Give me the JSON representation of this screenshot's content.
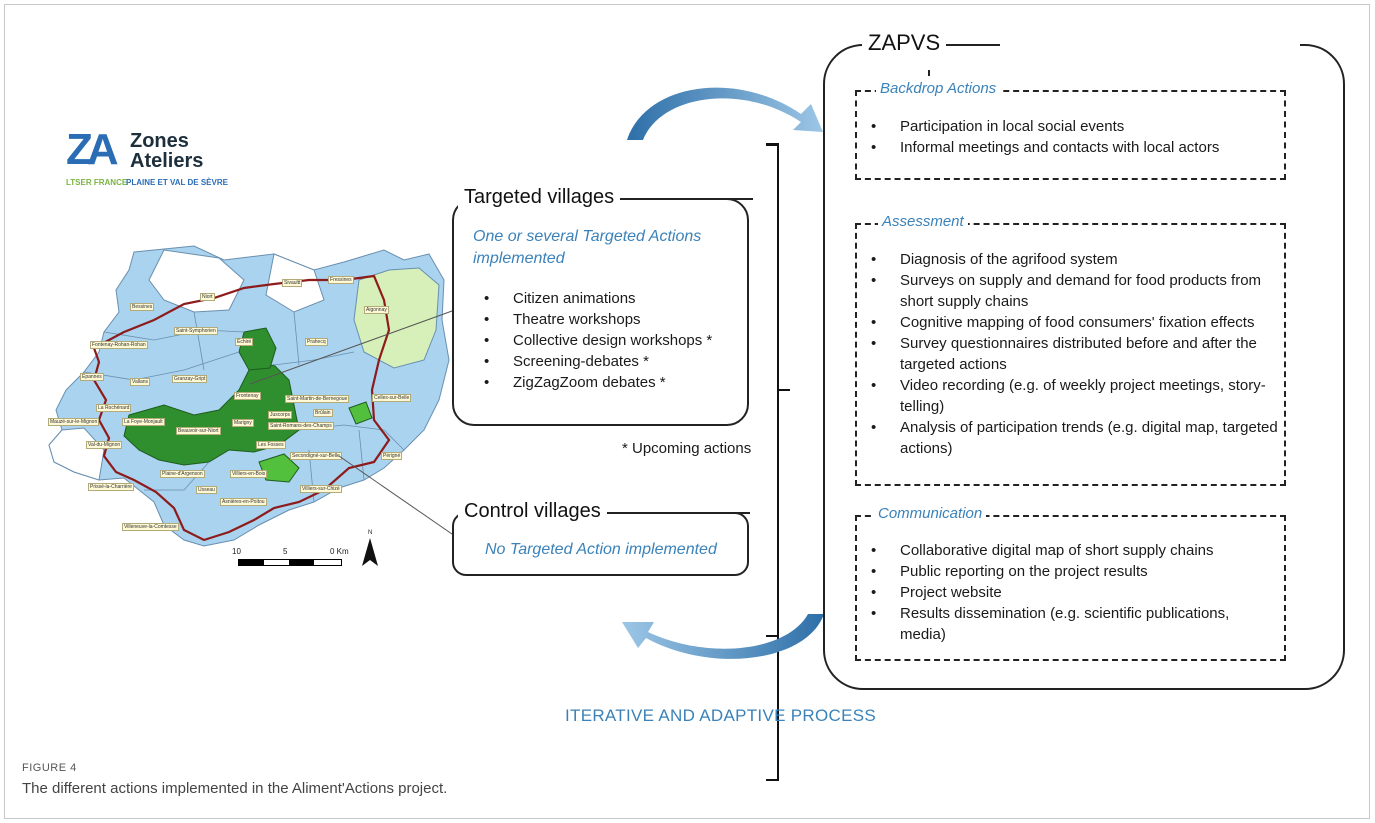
{
  "logo": {
    "mark": "ZA",
    "line1": "Zones",
    "line2": "Ateliers",
    "sub_left": "LTSER FRANCE",
    "sub_right": "PLAINE ET VAL DE SÈVRE",
    "colors": {
      "blue": "#1b4f9c",
      "green": "#7bb342",
      "dark": "#1e2f3c"
    }
  },
  "map": {
    "colors": {
      "light_blue": "#a9d3ee",
      "light_green": "#d7f0b9",
      "dark_green": "#2f8f2e",
      "mid_green": "#52c03d",
      "border_red": "#8e1b1b"
    },
    "scale": {
      "t10": "10",
      "t5": "5",
      "t0": "0 Km"
    },
    "north": "N",
    "communes": [
      "Niort",
      "Fressines",
      "Sivaultt",
      "Aigonnay",
      "Bessines",
      "Saint-Symphorien",
      "Échiré",
      "Fontenay-Rohan-Rohan",
      "Prahecq",
      "Epannes",
      "Vallans",
      "Granzay-Gript",
      "Frontenay",
      "Saint-Martin-de-Bernegoue",
      "Celles-sur-Belle",
      "La Rochénard",
      "Mauzé-sur-le-Mignon",
      "La Foye-Monjault",
      "Beauvoir-sur-Niort",
      "Marigny",
      "Juscorps",
      "Brûlain",
      "Val-du-Mignon",
      "Saint-Romans-des-Champs",
      "Les Fosses",
      "Secondigné-sur-Belle",
      "Périgné",
      "Plaine-d'Argenson",
      "Villiers-en-Bois",
      "Usseau",
      "Prissé-la-Charrière",
      "Asnières-en-Poitou",
      "Villiers-sur-Chizé",
      "Villeneuve-la-Comtesse"
    ]
  },
  "targeted": {
    "title": "Targeted villages",
    "subtitle": "One or several Targeted Actions implemented",
    "items": [
      "Citizen animations",
      "Theatre workshops",
      "Collective design workshops *",
      "Screening-debates *",
      "ZigZagZoom debates *"
    ]
  },
  "upcoming_note": "* Upcoming actions",
  "control": {
    "title": "Control villages",
    "subtitle": "No Targeted Action implemented"
  },
  "zapvs": {
    "title": "ZAPVS",
    "sections": [
      {
        "label": "Backdrop Actions",
        "items": [
          "Participation in local social events",
          "Informal meetings and contacts with local actors"
        ]
      },
      {
        "label": "Assessment",
        "items": [
          "Diagnosis of the agrifood system",
          "Surveys on supply and demand for food products from short supply chains",
          "Cognitive mapping of food consumers' fixation effects",
          "Survey questionnaires distributed before and after the targeted actions",
          "Video recording (e.g. of weekly project meetings, story-telling)",
          "Analysis of participation trends (e.g. digital map, targeted actions)"
        ]
      },
      {
        "label": "Communication",
        "items": [
          "Collaborative digital map of short supply chains",
          "Public reporting on the project results",
          "Project website",
          "Results dissemination (e.g. scientific publications, media)"
        ]
      }
    ]
  },
  "process_label": "ITERATIVE AND ADAPTIVE PROCESS",
  "figure": {
    "label": "FIGURE 4",
    "caption": "The different actions implemented in the Aliment'Actions project."
  },
  "colors": {
    "accent_blue": "#3a82b9",
    "arrow_blue": "#4a90c4",
    "caption_gray": "#555555"
  }
}
